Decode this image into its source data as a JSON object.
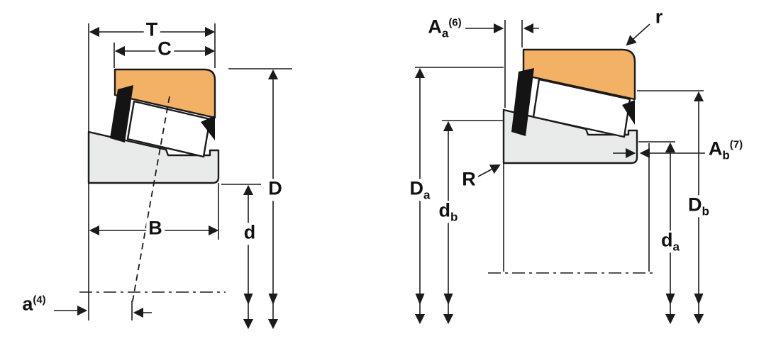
{
  "diagram": {
    "description": "Tapered roller bearing cross-section dimension drawings",
    "colors": {
      "cup": "#F2B165",
      "cone": "#E9EAEA",
      "roller": "#FFFFFF",
      "cage": "#141414",
      "line": "#1B1B1B",
      "background": "#FFFFFF"
    },
    "left": {
      "labels": {
        "T": {
          "base": "T",
          "sub": "",
          "sup": ""
        },
        "C": {
          "base": "C",
          "sub": "",
          "sup": ""
        },
        "D": {
          "base": "D",
          "sub": "",
          "sup": ""
        },
        "d": {
          "base": "d",
          "sub": "",
          "sup": ""
        },
        "B": {
          "base": "B",
          "sub": "",
          "sup": ""
        },
        "a": {
          "base": "a",
          "sub": "",
          "sup": "(4)"
        }
      }
    },
    "right": {
      "labels": {
        "Aa": {
          "base": "A",
          "sub": "a",
          "sup": "(6)"
        },
        "r": {
          "base": "r",
          "sub": "",
          "sup": ""
        },
        "Da": {
          "base": "D",
          "sub": "a",
          "sup": ""
        },
        "db": {
          "base": "d",
          "sub": "b",
          "sup": ""
        },
        "R": {
          "base": "R",
          "sub": "",
          "sup": ""
        },
        "Ab": {
          "base": "A",
          "sub": "b",
          "sup": "(7)"
        },
        "da": {
          "base": "d",
          "sub": "a",
          "sup": ""
        },
        "Db": {
          "base": "D",
          "sub": "b",
          "sup": ""
        }
      }
    }
  }
}
